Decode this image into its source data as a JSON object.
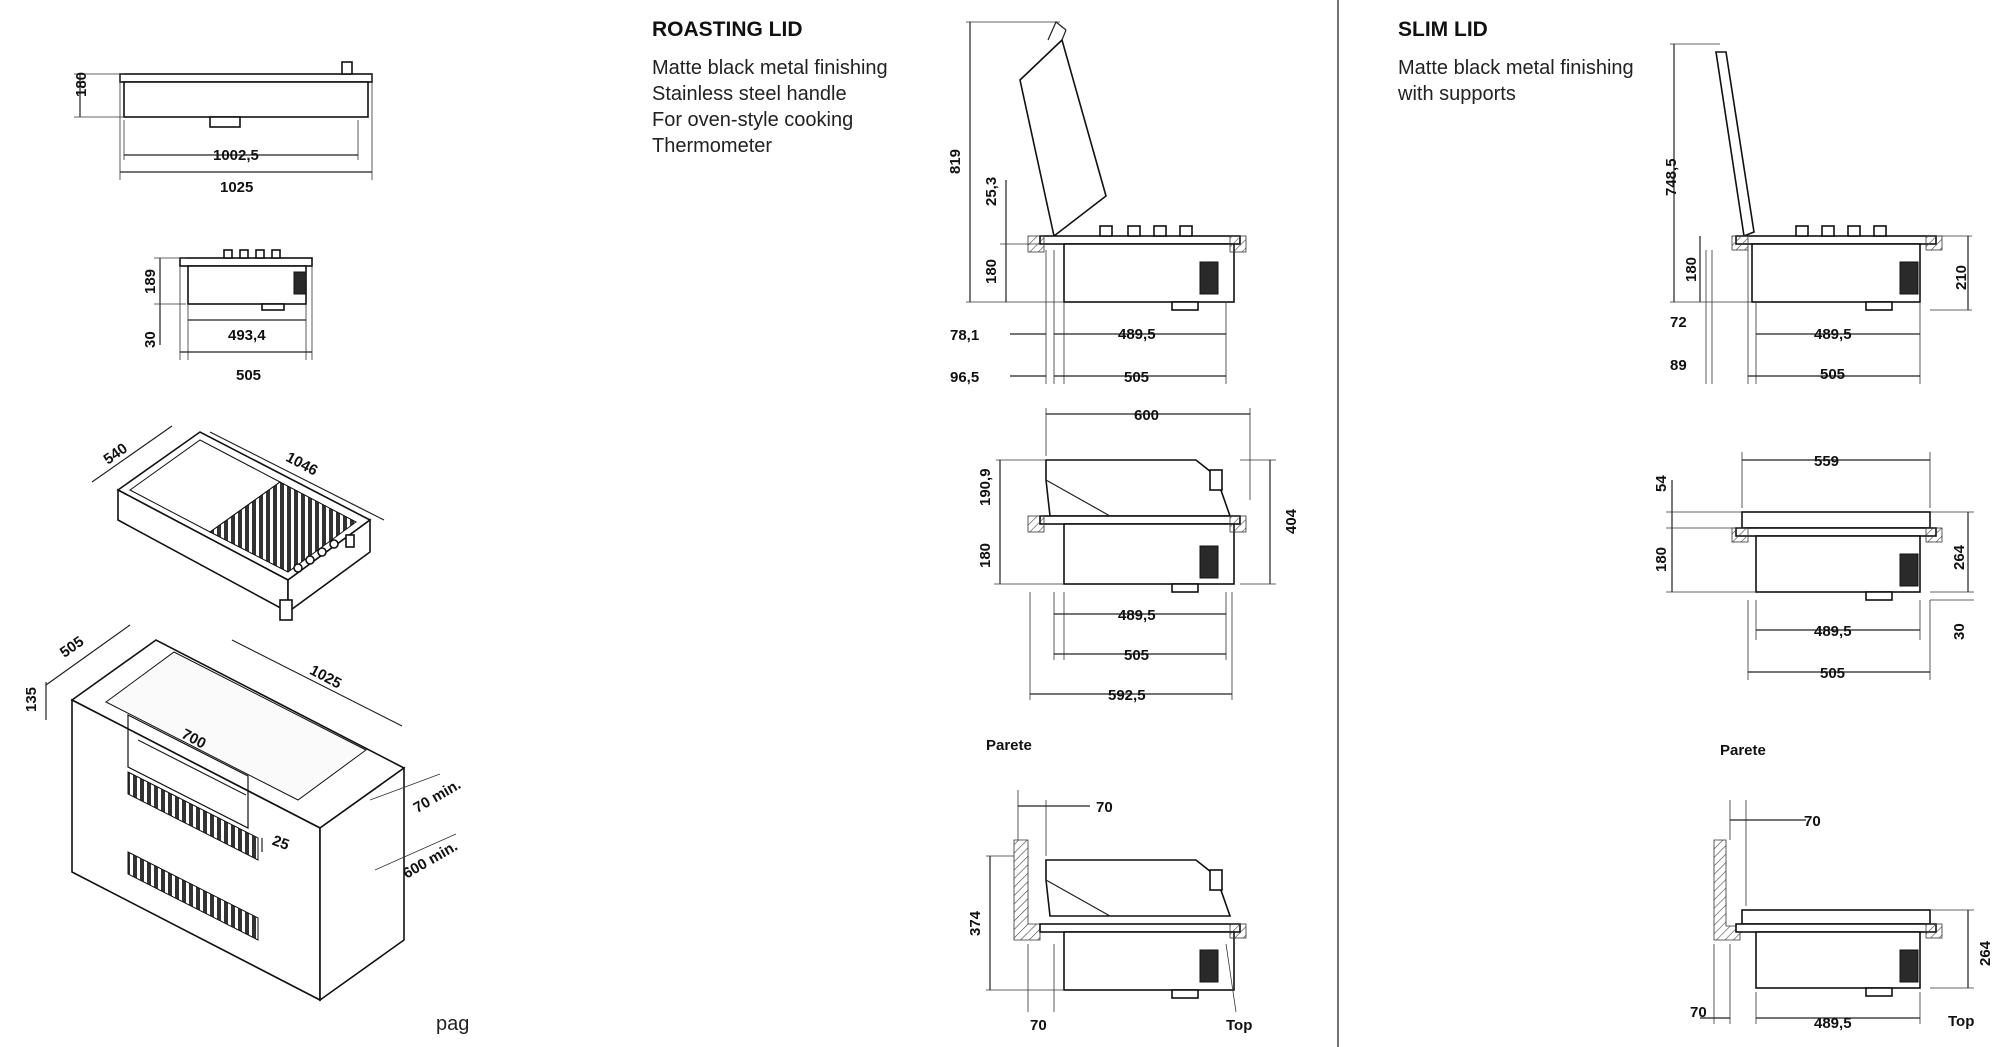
{
  "roasting": {
    "title": "ROASTING LID",
    "lines": [
      "Matte black metal finishing",
      "Stainless steel handle",
      "For oven-style cooking",
      "Thermometer"
    ],
    "side_dims": {
      "d819": "819",
      "d25_3": "25,3",
      "d180": "180",
      "d78_1": "78,1",
      "d489_5": "489,5",
      "d96_5": "96,5",
      "d505": "505"
    },
    "closed_dims": {
      "d600": "600",
      "d190_9": "190,9",
      "d180": "180",
      "d404": "404",
      "d489_5": "489,5",
      "d505": "505",
      "d592_5": "592,5"
    },
    "wall": {
      "label_wall": "Parete",
      "d70_top": "70",
      "d374": "374",
      "d70_bottom": "70",
      "label_top": "Top"
    }
  },
  "slim": {
    "title": "SLIM LID",
    "lines": [
      "Matte black metal finishing",
      "with supports"
    ],
    "side_dims": {
      "d748_5": "748,5",
      "d180": "180",
      "d210": "210",
      "d72": "72",
      "d489_5": "489,5",
      "d89": "89",
      "d505": "505"
    },
    "closed_dims": {
      "d559": "559",
      "d54": "54",
      "d180": "180",
      "d264": "264",
      "d30": "30",
      "d489_5": "489,5",
      "d505": "505"
    },
    "wall": {
      "label_wall": "Parete",
      "d70_top": "70",
      "d264": "264",
      "d70_bottom": "70",
      "d489_5": "489,5",
      "label_top": "Top"
    }
  },
  "left": {
    "top_view": {
      "d180": "180",
      "d1002_5": "1002,5",
      "d1025": "1025"
    },
    "side_view": {
      "d189": "189",
      "d30": "30",
      "d493_4": "493,4",
      "d505": "505"
    },
    "iso_view": {
      "d540": "540",
      "d1046": "1046"
    },
    "cabinet": {
      "d505": "505",
      "d1025": "1025",
      "d135": "135",
      "d700": "700",
      "d70min": "70 min.",
      "d25": "25",
      "d600min": "600 min."
    }
  },
  "footer": {
    "page_label": "pag"
  }
}
